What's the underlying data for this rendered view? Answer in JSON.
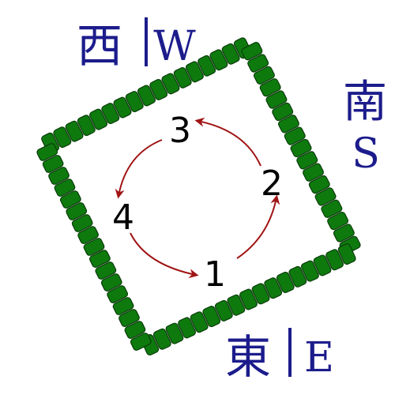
{
  "winds": {
    "west": {
      "kanji": "西",
      "letter": "W"
    },
    "south": {
      "kanji": "南",
      "letter": "S"
    },
    "east": {
      "kanji": "東",
      "letter": "E"
    }
  },
  "seats": {
    "s1": "1",
    "s2": "2",
    "s3": "3",
    "s4": "4"
  },
  "colors": {
    "tile_fill": "#0e7a0e",
    "tile_stroke": "#0b3d0b",
    "arrow": "#a01414",
    "wind_text": "#1c1c8c",
    "number_text": "#000000"
  },
  "icons": {
    "tiles": "mahjong-tile-wall",
    "arrows": "turn-order-arrows"
  }
}
